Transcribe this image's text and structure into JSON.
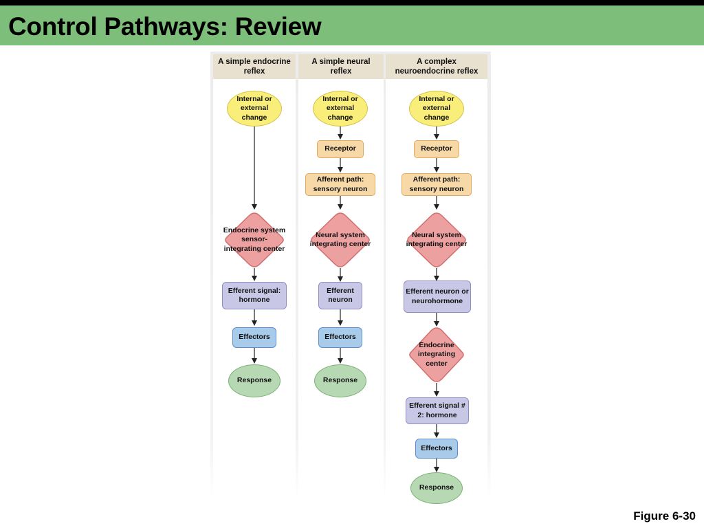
{
  "slide": {
    "title": "Control Pathways: Review",
    "figure_label": "Figure 6-30"
  },
  "colors": {
    "header_bar": "#7dbf7a",
    "stimulus": "#f9ee7a",
    "receptor": "#f7d9a8",
    "integrating_center": "#eda0a0",
    "efferent": "#c8c8e6",
    "effector": "#a9cbea",
    "response": "#b6d8b2"
  },
  "columns": {
    "endocrine": {
      "title": "A simple endocrine reflex",
      "stimulus": "Internal or external change",
      "integrator": "Endocrine system sensor-integrating center",
      "efferent": "Efferent signal: hormone",
      "effectors": "Effectors",
      "response": "Response"
    },
    "neural": {
      "title": "A simple neural reflex",
      "stimulus": "Internal or external change",
      "receptor": "Receptor",
      "afferent": "Afferent path: sensory neuron",
      "integrator": "Neural system integrating center",
      "efferent": "Efferent neuron",
      "effectors": "Effectors",
      "response": "Response"
    },
    "neuroendocrine": {
      "title": "A complex neuroendocrine reflex",
      "stimulus": "Internal or external change",
      "receptor": "Receptor",
      "afferent": "Afferent path: sensory neuron",
      "integrator": "Neural system integrating center",
      "efferent": "Efferent neuron or neurohormone",
      "integrator2": "Endocrine integrating center",
      "efferent2": "Efferent signal # 2: hormone",
      "effectors": "Effectors",
      "response": "Response"
    }
  }
}
